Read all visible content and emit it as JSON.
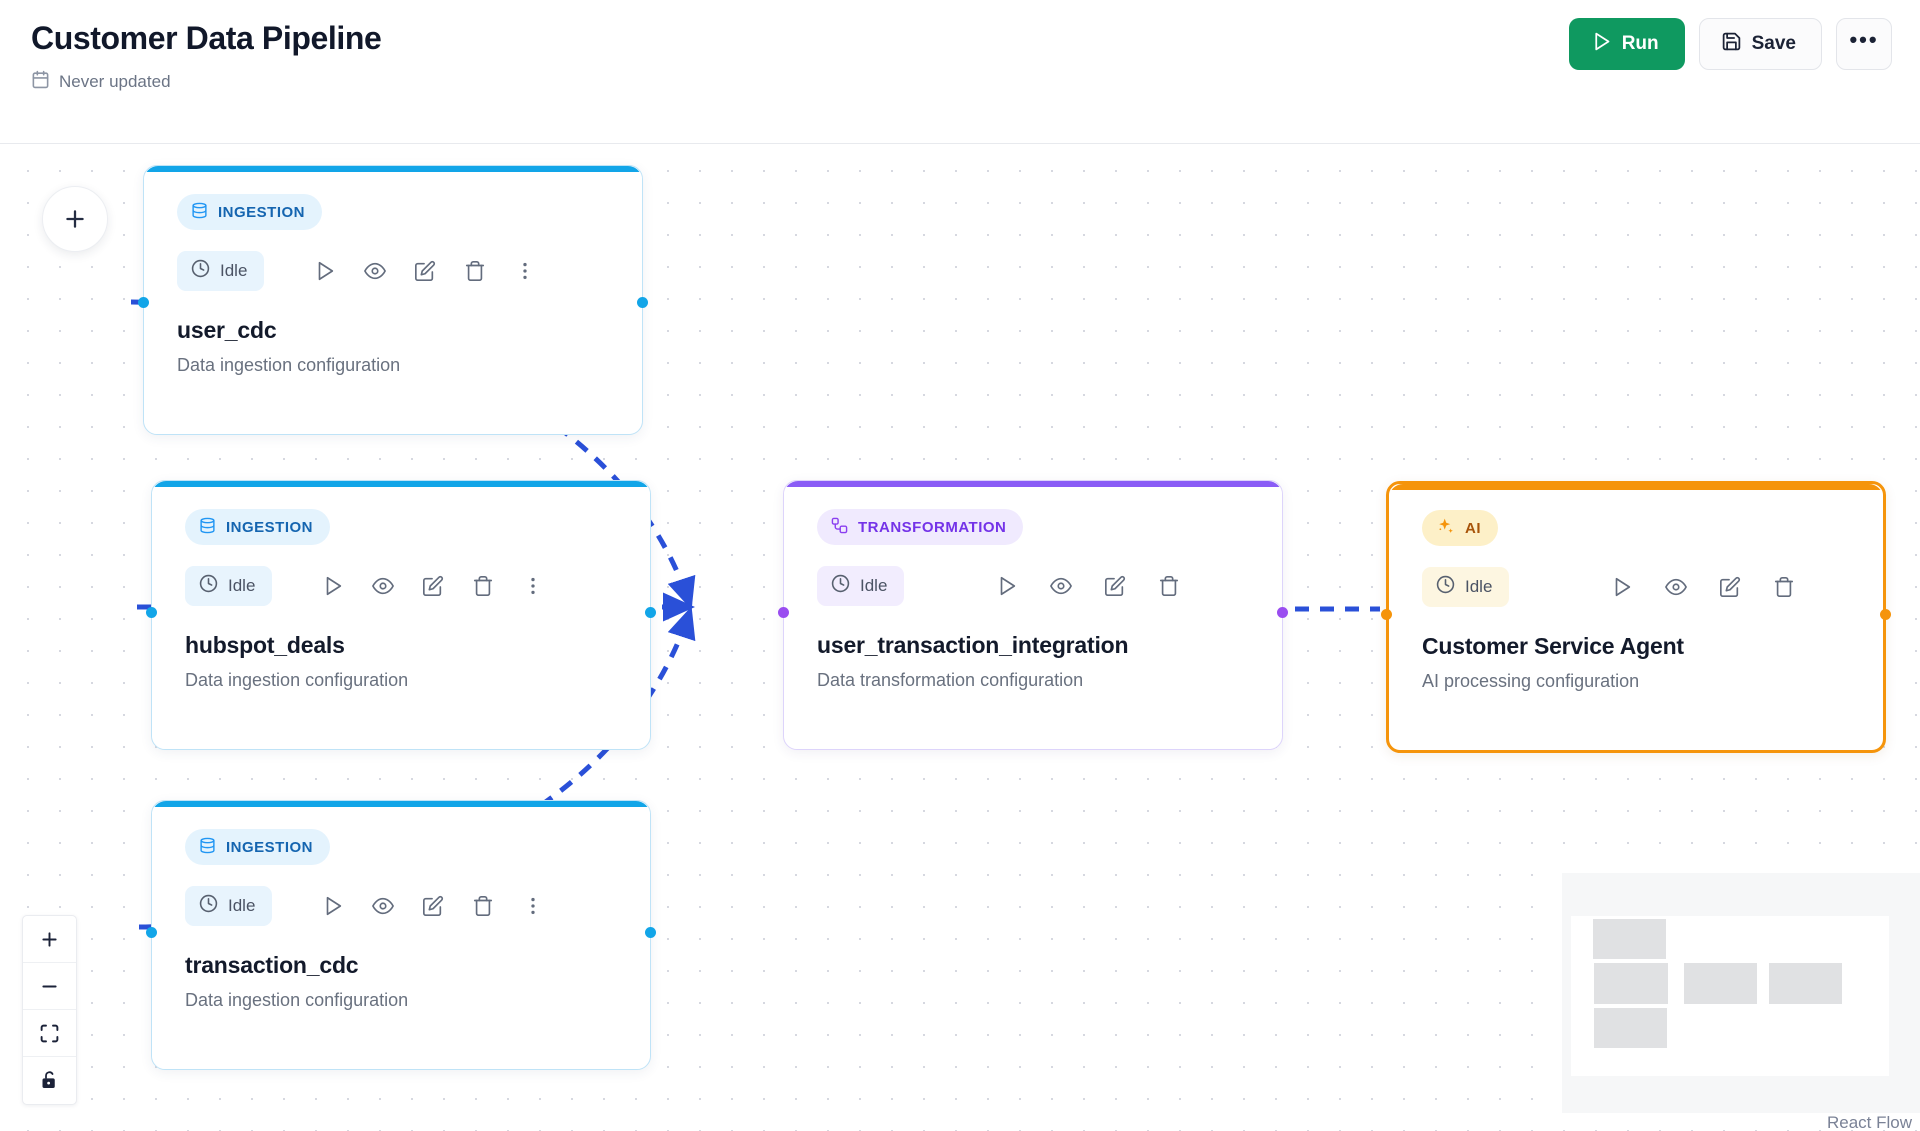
{
  "header": {
    "title": "Customer Data Pipeline",
    "calendar_icon": "calendar-icon",
    "updated_text": "Never updated",
    "run_label": "Run",
    "save_label": "Save",
    "more_label": "•••"
  },
  "canvas": {
    "add_node_label": "+",
    "attribution": "React Flow"
  },
  "controls": {
    "zoom_in": "zoom-in-icon",
    "zoom_out": "zoom-out-icon",
    "fit_view": "fit-view-icon",
    "lock": "unlock-icon"
  },
  "colors": {
    "ingestion": "#12a5e8",
    "transformation": "#8a5cf6",
    "ai": "#f5940b",
    "run_button": "#0f9960",
    "edge": "#2a50d8",
    "handle_blue": "#12a5e8",
    "handle_purple": "#9a4df0",
    "handle_orange": "#f5940b"
  },
  "nodes": [
    {
      "id": "user_cdc",
      "kind": "ingestion",
      "badge": "INGESTION",
      "badge_icon": "database-icon",
      "status": "Idle",
      "status_icon": "clock-icon",
      "title": "user_cdc",
      "description": "Data ingestion configuration",
      "actions": [
        "play-icon",
        "eye-icon",
        "edit-icon",
        "trash-icon",
        "more-vertical-icon"
      ]
    },
    {
      "id": "hubspot_deals",
      "kind": "ingestion",
      "badge": "INGESTION",
      "badge_icon": "database-icon",
      "status": "Idle",
      "status_icon": "clock-icon",
      "title": "hubspot_deals",
      "description": "Data ingestion configuration",
      "actions": [
        "play-icon",
        "eye-icon",
        "edit-icon",
        "trash-icon",
        "more-vertical-icon"
      ]
    },
    {
      "id": "transaction_cdc",
      "kind": "ingestion",
      "badge": "INGESTION",
      "badge_icon": "database-icon",
      "status": "Idle",
      "status_icon": "clock-icon",
      "title": "transaction_cdc",
      "description": "Data ingestion configuration",
      "actions": [
        "play-icon",
        "eye-icon",
        "edit-icon",
        "trash-icon",
        "more-vertical-icon"
      ]
    },
    {
      "id": "user_transaction_integration",
      "kind": "transformation",
      "badge": "TRANSFORMATION",
      "badge_icon": "transform-icon",
      "status": "Idle",
      "status_icon": "clock-icon",
      "title": "user_transaction_integration",
      "description": "Data transformation configuration",
      "actions": [
        "play-icon",
        "eye-icon",
        "edit-icon",
        "trash-icon"
      ]
    },
    {
      "id": "customer_service_agent",
      "kind": "ai",
      "badge": "AI",
      "badge_icon": "sparkle-icon",
      "status": "Idle",
      "status_icon": "clock-icon",
      "title": "Customer Service Agent",
      "description": "AI processing configuration",
      "actions": [
        "play-icon",
        "eye-icon",
        "edit-icon",
        "trash-icon"
      ]
    }
  ],
  "edges": [
    {
      "from": "user_cdc",
      "to": "user_transaction_integration"
    },
    {
      "from": "hubspot_deals",
      "to": "user_transaction_integration"
    },
    {
      "from": "transaction_cdc",
      "to": "user_transaction_integration"
    },
    {
      "from": "user_transaction_integration",
      "to": "customer_service_agent"
    }
  ]
}
